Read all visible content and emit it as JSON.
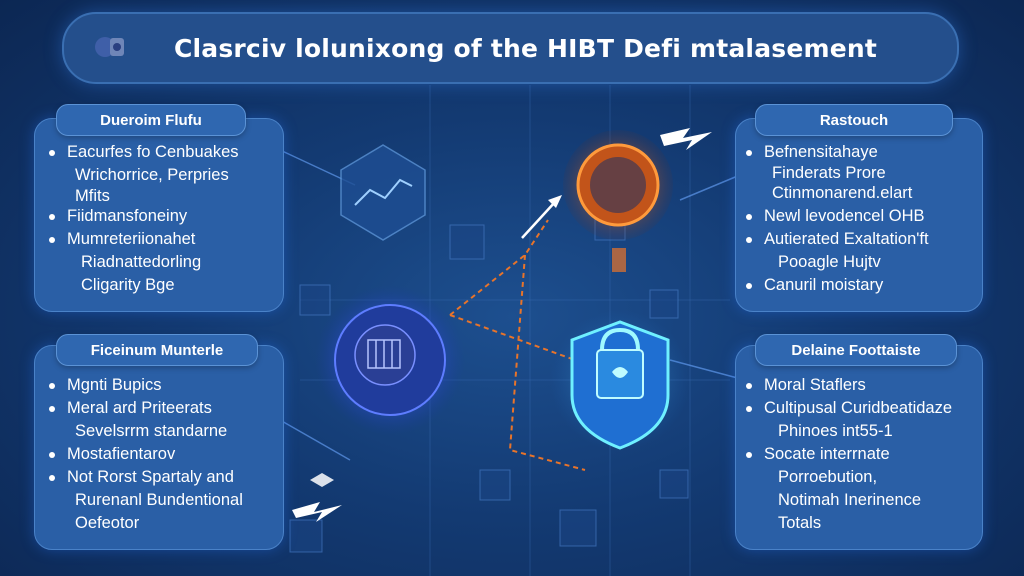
{
  "title": "Clasrciv lolunixong of the HIBT Defi mtalasement",
  "colors": {
    "background": "#133a72",
    "panel": "#2a5fa6",
    "accent_orange": "#e8742a",
    "accent_cyan": "#3ad6ff"
  },
  "icons": [
    "logo-icon",
    "chart-icon",
    "lock-shield-icon",
    "bitcoin-orb-icon",
    "arrow-icon",
    "lightning-icon"
  ],
  "panels": {
    "top_left": {
      "title": "Dueroim Flufu",
      "items": [
        {
          "text": "Eacurfes fo Cenbuakes",
          "kind": "bullet"
        },
        {
          "text": "Wrichorrice, Perpries",
          "kind": "cont"
        },
        {
          "text": "Mfits",
          "kind": "cont"
        },
        {
          "text": "Fiidmansfoneiny",
          "kind": "bullet"
        },
        {
          "text": "Mumreteriionahet",
          "kind": "bullet"
        },
        {
          "text": "Riadnattedorling",
          "kind": "cont2"
        },
        {
          "text": "Cligarity Bge",
          "kind": "cont2"
        }
      ]
    },
    "bottom_left": {
      "title": "Ficeinum Munterle",
      "items": [
        {
          "text": "Mgnti Bupics",
          "kind": "bullet"
        },
        {
          "text": "Meral ard Priteerats",
          "kind": "bullet"
        },
        {
          "text": "Sevelsrrm standarne",
          "kind": "cont"
        },
        {
          "text": "Mostafientarov",
          "kind": "bullet"
        },
        {
          "text": "Not Rorst Spartaly and",
          "kind": "bullet"
        },
        {
          "text": "Rurenanl Bundentional",
          "kind": "cont"
        },
        {
          "text": "Oefeotor",
          "kind": "cont"
        }
      ]
    },
    "top_right": {
      "title": "Rastouch",
      "items": [
        {
          "text": "Befnensitahaye",
          "kind": "bullet"
        },
        {
          "text": "Finderats Prore",
          "kind": "cont"
        },
        {
          "text": "Ctinmonarend.elart",
          "kind": "cont"
        },
        {
          "text": "Newl levodencel OHB",
          "kind": "bullet"
        },
        {
          "text": "Autierated Exaltation'ft",
          "kind": "bullet"
        },
        {
          "text": "Pooagle Hujtv",
          "kind": "cont2"
        },
        {
          "text": "Canuril moistary",
          "kind": "bullet"
        }
      ]
    },
    "bottom_right": {
      "title": "Delaine Foottaiste",
      "items": [
        {
          "text": "Moral Staflers",
          "kind": "bullet"
        },
        {
          "text": "Cultipusal Curidbeatidaze",
          "kind": "bullet"
        },
        {
          "text": "Phinoes int55-1",
          "kind": "cont2"
        },
        {
          "text": "Socate interrnate",
          "kind": "bullet"
        },
        {
          "text": "Porroebution,",
          "kind": "cont2"
        },
        {
          "text": "Notimah Inerinence",
          "kind": "cont2"
        },
        {
          "text": "Totals",
          "kind": "cont2"
        }
      ]
    }
  }
}
